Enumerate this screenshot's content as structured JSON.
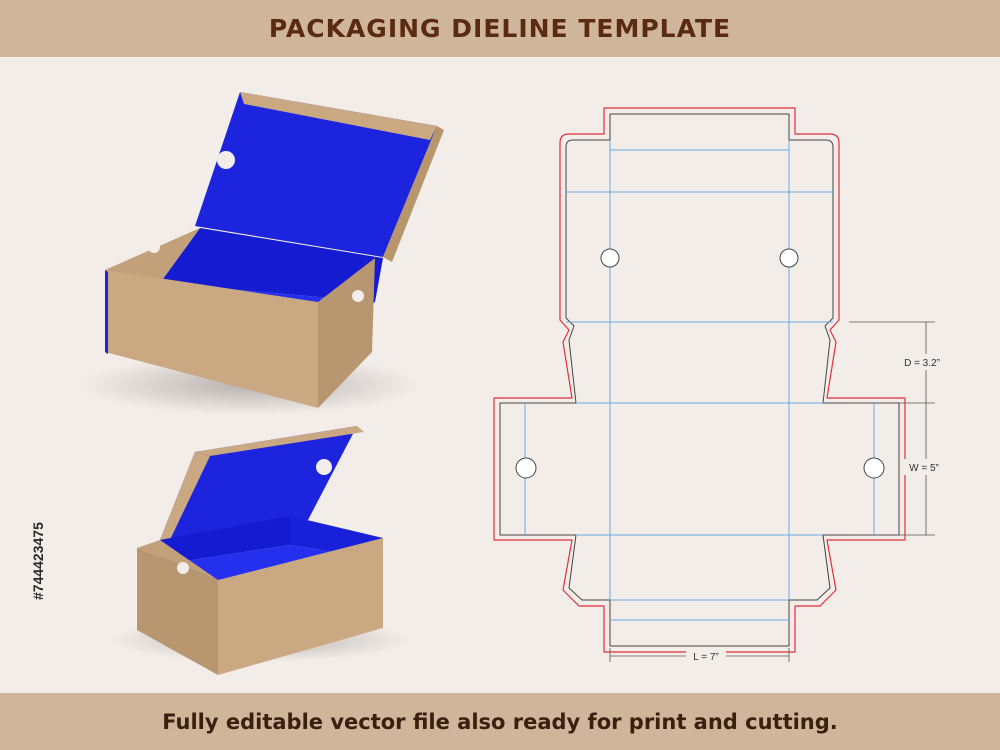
{
  "header": {
    "title": "PACKAGING DIELINE TEMPLATE"
  },
  "footer": {
    "caption": "Fully editable vector file also ready for print and cutting."
  },
  "stock_id": "#744423475",
  "dimensions": {
    "depth_label": "D = 3.2”",
    "width_label": "W = 5”",
    "length_label": "L = 7”"
  },
  "colors": {
    "banner": "#cfb69a",
    "background": "#f3ede9",
    "kraft": "#c9a882",
    "interior_blue": "#1e2ae6",
    "cut_line": "#e0303a",
    "crease_line": "#6aa8e0"
  }
}
